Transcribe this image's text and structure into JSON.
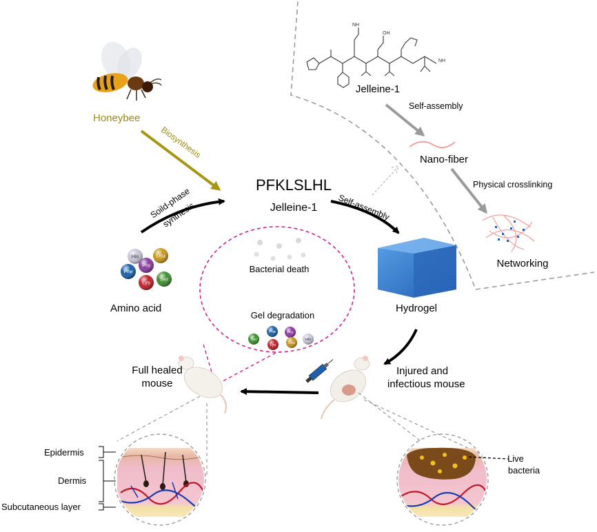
{
  "labels": {
    "honeybee": "Honeybee",
    "biosynthesis": "Biosynthesis",
    "solid_phase_1": "Soild-phase",
    "solid_phase_2": "synthesis",
    "sequence": "PFKLSLHL",
    "peptide_center": "Jelleine-1",
    "self_assembly_main": "Self-assembly",
    "amino_acid": "Amino acid",
    "bacterial_death": "Bacterial death",
    "gel_degradation": "Gel degradation",
    "hydrogel": "Hydrogel",
    "full_healed_1": "Full healed",
    "full_healed_2": "mouse",
    "injured_1": "Injured and",
    "injured_2": "infectious mouse",
    "peptide_top": "Jelleine-1",
    "self_assembly_top": "Self-assembly",
    "nanofiber": "Nano-fiber",
    "physical_crosslinking": "Physical crosslinking",
    "networking": "Networking",
    "epidermis": "Epidermis",
    "dermis": "Dermis",
    "subcutaneous": "Subcutaneous layer",
    "live_1": "Live",
    "live_2": "bacteria",
    "nh2": "NH",
    "oh": "OH",
    "nh2b": "NH"
  },
  "amino_acids": [
    {
      "label": "His",
      "color": "#c7c7d9"
    },
    {
      "label": "Leu",
      "color": "#c8961e"
    },
    {
      "label": "Pro",
      "color": "#8a3aa0"
    },
    {
      "label": "Phe",
      "color": "#1a5fa8"
    },
    {
      "label": "Lys",
      "color": "#c0202a"
    },
    {
      "label": "Ser",
      "color": "#3f8f2e"
    }
  ],
  "degraded_amino_acids": [
    {
      "label": "Ser",
      "color": "#3f8f2e"
    },
    {
      "label": "Phe",
      "color": "#1a5fa8"
    },
    {
      "label": "Pro",
      "color": "#8a3aa0"
    },
    {
      "label": "Lys",
      "color": "#c0202a"
    },
    {
      "label": "Leu",
      "color": "#c8961e"
    },
    {
      "label": "His",
      "color": "#c7c7d9"
    }
  ],
  "colors": {
    "bio_arrow": "#a69614",
    "honeybee_text": "#9a8a12",
    "dashed_region": "#9a9a9a",
    "magenta": "#d0208a",
    "hydrogel": "#3a7fd0",
    "fiber": "#f2a0a0"
  }
}
